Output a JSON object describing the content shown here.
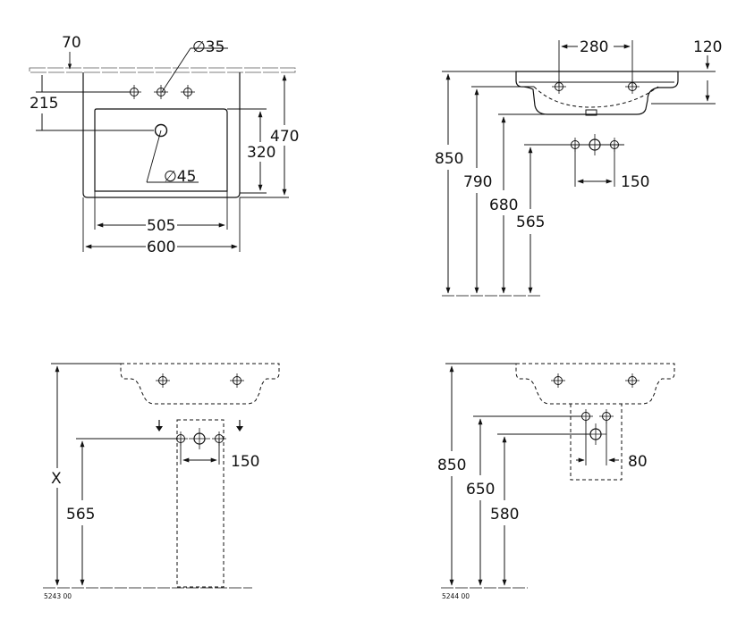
{
  "top_view": {
    "dim_70": "70",
    "dim_215": "215",
    "dim_dia35": "∅35",
    "dim_dia45": "∅45",
    "dim_320": "320",
    "dim_470": "470",
    "dim_505": "505",
    "dim_600": "600"
  },
  "side_view": {
    "dim_280": "280",
    "dim_120": "120",
    "dim_850": "850",
    "dim_790": "790",
    "dim_680": "680",
    "dim_565": "565",
    "dim_150": "150"
  },
  "pedestal_view": {
    "dim_x": "X",
    "dim_565": "565",
    "dim_150": "150",
    "code": "5243 00"
  },
  "semipedestal_view": {
    "dim_850": "850",
    "dim_650": "650",
    "dim_580": "580",
    "dim_80": "80",
    "code": "5244 00"
  },
  "icons": [
    "tap-hole-icon",
    "drain-icon",
    "arrow-down-icon"
  ]
}
